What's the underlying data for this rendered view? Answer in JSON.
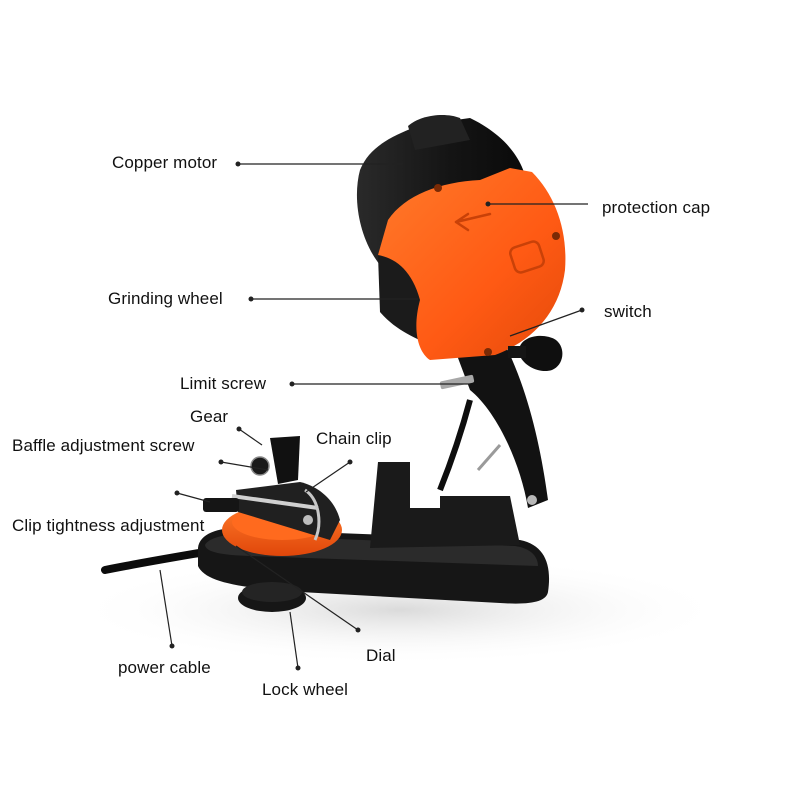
{
  "labels": {
    "copper_motor": "Copper motor",
    "protection_cap": "protection cap",
    "grinding_wheel": "Grinding wheel",
    "switch": "switch",
    "limit_screw": "Limit screw",
    "gear": "Gear",
    "baffle_adjustment_screw": "Baffle adjustment screw",
    "chain_clip": "Chain clip",
    "clip_tightness_adjustment": "Clip tightness adjustment",
    "power_cable": "power cable",
    "dial": "Dial",
    "lock_wheel": "Lock wheel"
  },
  "colors": {
    "body": "#151515",
    "accent_orange": "#ff5a14",
    "leader_line": "#222222",
    "text": "#111111"
  }
}
